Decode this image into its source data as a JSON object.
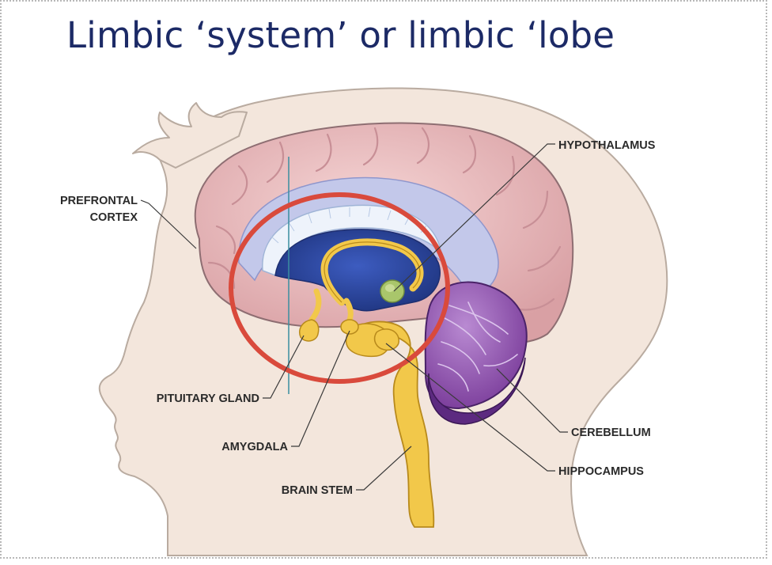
{
  "title": "Limbic ‘system’ or limbic ‘lobe",
  "colors": {
    "title": "#1c2a66",
    "skin": "#f3e6dc",
    "skin_outline": "#b9aba0",
    "cortex": "#efc3c4",
    "cortex_dark": "#d9a0a4",
    "ventricle": "#2e4aa0",
    "ventricle_light": "#c3c8ea",
    "limbic": "#f2c84a",
    "hypothalamus": "#a9c66b",
    "cerebellum": "#7a3c9a",
    "highlight_ring": "#d94a3c"
  },
  "labels": {
    "prefrontal_cortex_line1": "PREFRONTAL",
    "prefrontal_cortex_line2": "CORTEX",
    "hypothalamus": "HYPOTHALAMUS",
    "pituitary_gland": "PITUITARY GLAND",
    "amygdala": "AMYGDALA",
    "brain_stem": "BRAIN STEM",
    "cerebellum": "CEREBELLUM",
    "hippocampus": "HIPPOCAMPUS"
  }
}
